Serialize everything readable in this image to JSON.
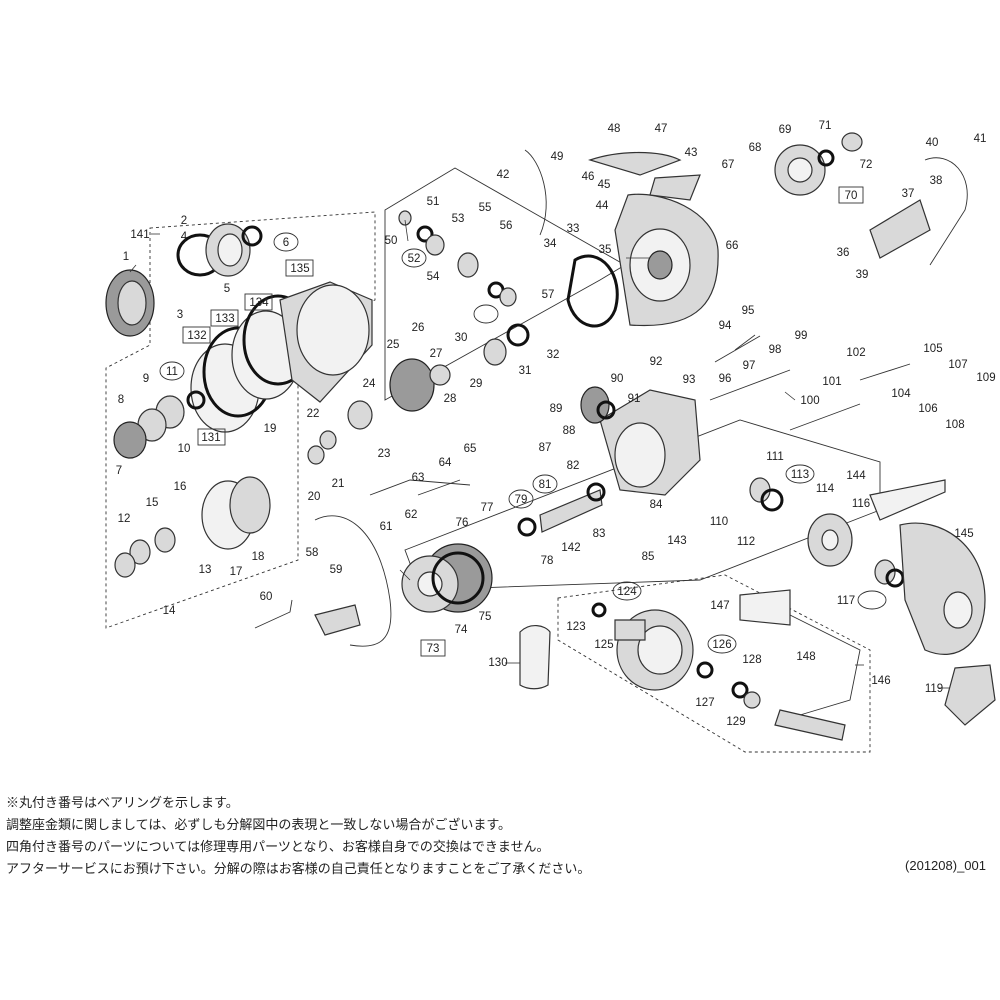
{
  "diagram": {
    "labels": [
      "1",
      "2",
      "3",
      "4",
      "5",
      "6",
      "7",
      "8",
      "9",
      "10",
      "11",
      "12",
      "13",
      "14",
      "15",
      "16",
      "17",
      "18",
      "19",
      "20",
      "21",
      "22",
      "23",
      "24",
      "25",
      "26",
      "27",
      "28",
      "29",
      "30",
      "31",
      "32",
      "33",
      "34",
      "35",
      "36",
      "37",
      "38",
      "39",
      "40",
      "41",
      "42",
      "43",
      "44",
      "45",
      "46",
      "47",
      "48",
      "49",
      "50",
      "51",
      "52",
      "53",
      "54",
      "55",
      "56",
      "57",
      "58",
      "59",
      "60",
      "61",
      "62",
      "63",
      "64",
      "65",
      "66",
      "67",
      "68",
      "69",
      "70",
      "71",
      "72",
      "73",
      "74",
      "75",
      "76",
      "77",
      "78",
      "79",
      "81",
      "82",
      "83",
      "84",
      "85",
      "87",
      "88",
      "89",
      "90",
      "91",
      "92",
      "93",
      "94",
      "95",
      "96",
      "97",
      "98",
      "99",
      "100",
      "101",
      "102",
      "104",
      "105",
      "106",
      "107",
      "108",
      "109",
      "110",
      "111",
      "112",
      "113",
      "114",
      "116",
      "117",
      "119",
      "123",
      "124",
      "125",
      "126",
      "127",
      "128",
      "129",
      "130",
      "131",
      "132",
      "133",
      "134",
      "135",
      "141",
      "142",
      "143",
      "144",
      "145",
      "146",
      "147",
      "148"
    ],
    "circled_labels": [
      "6",
      "11",
      "52",
      "79",
      "81",
      "113",
      "124",
      "126"
    ],
    "boxed_labels": [
      "70",
      "73",
      "131",
      "132",
      "133",
      "134",
      "135"
    ]
  },
  "notes": [
    "※丸付き番号はベアリングを示します。",
    "調整座金類に関しましては、必ずしも分解図中の表現と一致しない場合がございます。",
    "四角付き番号のパーツについては修理専用パーツとなり、お客様自身での交換はできません。",
    "アフターサービスにお預け下さい。分解の際はお客様の自己責任となりますことをご了承ください。"
  ],
  "doc_code": "(201208)_001"
}
